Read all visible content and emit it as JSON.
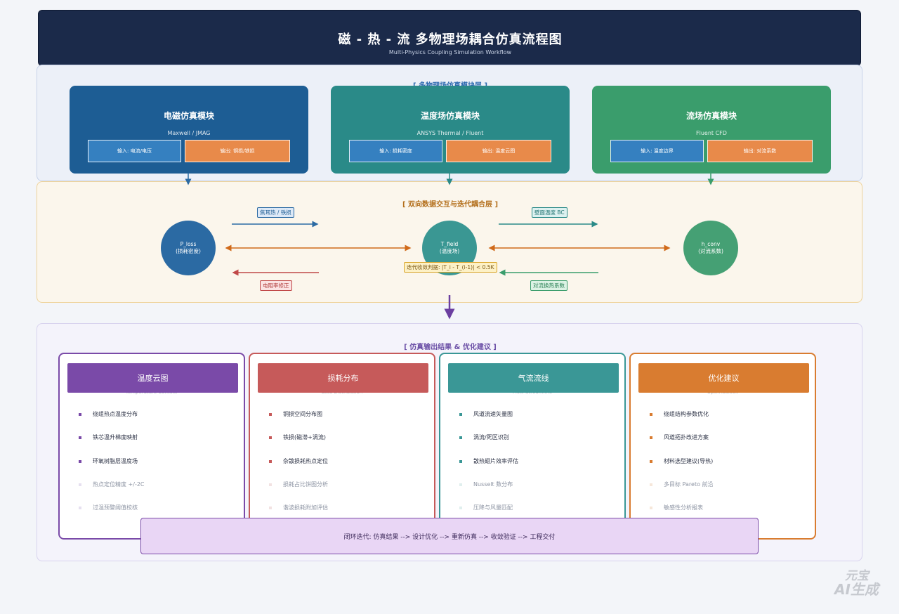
{
  "header": {
    "title": "磁 - 热 - 流  多物理场耦合仿真流程图",
    "subtitle": "Multi-Physics Coupling Simulation Workflow"
  },
  "layer1": {
    "title": "[ 多物理场仿真模块层 ]",
    "modules": [
      {
        "title": "电磁仿真模块",
        "subtitle": "Maxwell / JMAG",
        "input": "输入: 电流/电压",
        "output": "输出: 铜损/铁损",
        "color": "#1d5d94"
      },
      {
        "title": "温度场仿真模块",
        "subtitle": "ANSYS Thermal / Fluent",
        "input": "输入: 损耗密度",
        "output": "输出: 温度云图",
        "color": "#2a8a88"
      },
      {
        "title": "流场仿真模块",
        "subtitle": "Fluent CFD",
        "input": "输入: 温度边界",
        "output": "输出: 对流系数",
        "color": "#3a9d6c"
      }
    ]
  },
  "layer2": {
    "title": "[ 双向数据交互与迭代耦合层 ]",
    "nodes": [
      {
        "name": "P_loss",
        "desc": "(损耗密度)",
        "color": "#2b6aa3"
      },
      {
        "name": "T_field",
        "desc": "(温度场)",
        "color": "#3a9793"
      },
      {
        "name": "h_conv",
        "desc": "(对流系数)",
        "color": "#45a074"
      }
    ],
    "labels": {
      "joule": "焦耳热 / 铁损",
      "resist": "电阻率修正",
      "wall": "壁面温度 BC",
      "convect": "对流换热系数",
      "convergence": "迭代收敛判据: |T_i - T_(i-1)| < 0.5K"
    }
  },
  "layer3": {
    "title": "[ 仿真输出结果 & 优化建议 ]",
    "cards": [
      {
        "title": "温度云图",
        "subtitle": "Temperature Contour",
        "color": "#7a4aa8",
        "items": [
          "绕组热点温度分布",
          "铁芯温升梯度映射",
          "环氧树脂层温度场"
        ],
        "dim_items": [
          "热点定位精度 +/-2C",
          "过温预警阈值校核"
        ]
      },
      {
        "title": "损耗分布",
        "subtitle": "Loss Distribution",
        "color": "#c65a5a",
        "items": [
          "铜损空间分布图",
          "铁损(磁滞+涡流)",
          "杂散损耗热点定位"
        ],
        "dim_items": [
          "损耗占比饼图分析",
          "谐波损耗附加评估"
        ]
      },
      {
        "title": "气流流线",
        "subtitle": "Flow Streamline",
        "color": "#3a9796",
        "items": [
          "风道流速矢量图",
          "涡流/死区识别",
          "散热翅片效率评估"
        ],
        "dim_items": [
          "Nusselt 数分布",
          "压降与风量匹配"
        ]
      },
      {
        "title": "优化建议",
        "subtitle": "Optimization",
        "color": "#d97c30",
        "items": [
          "绕组结构参数优化",
          "风道拓扑改进方案",
          "材料选型建议(导热)"
        ],
        "dim_items": [
          "多目标 Pareto 前沿",
          "敏感性分析报表"
        ]
      }
    ]
  },
  "loop": {
    "text": "闭环迭代:  仿真结果 --> 设计优化 --> 重新仿真 --> 收敛验证 --> 工程交付"
  },
  "watermark": {
    "line1": "元宝",
    "line2": "AI生成"
  }
}
